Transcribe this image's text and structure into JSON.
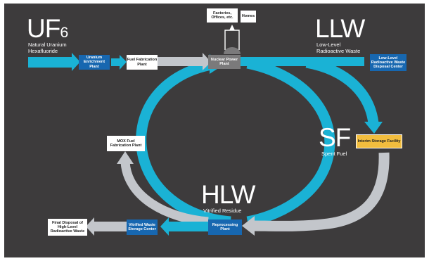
{
  "labels": {
    "uf6_main": "UF",
    "uf6_sub": "6",
    "uf6_desc_1": "Natural Uranium",
    "uf6_desc_2": "Hexafluoride",
    "llw_main": "LLW",
    "llw_desc_1": "Low-Level",
    "llw_desc_2": "Radioactive Waste",
    "sf_main": "SF",
    "sf_desc": "Spent Fuel",
    "hlw_main": "HLW",
    "hlw_desc": "Vitrified Residue"
  },
  "facilities": {
    "factories": "Factories, Offices, etc.",
    "homes": "Homes",
    "enrichment": "Uranium Enrichment Plant",
    "fuel_fab": "Fuel Fabrication Plant",
    "nuclear": "Nuclear Power Plant",
    "llw_disposal": "Low-Level Radioactive Waste Disposal Center",
    "interim": "Interim Storage Facility",
    "mox": "MOX Fuel Fabrication Plant",
    "reprocessing": "Reprocessing Plant",
    "vitrified_storage": "Vitrified Waste Storage Center",
    "final_disposal": "Final Disposal of High-Level Radioactive Waste"
  },
  "colors": {
    "background": "#3d3b3c",
    "cyan_flow": "#1ab2d5",
    "gray_flow": "#c3c6cb",
    "facility_blue": "#1767b0",
    "storage_yellow": "#f2bd3e"
  }
}
